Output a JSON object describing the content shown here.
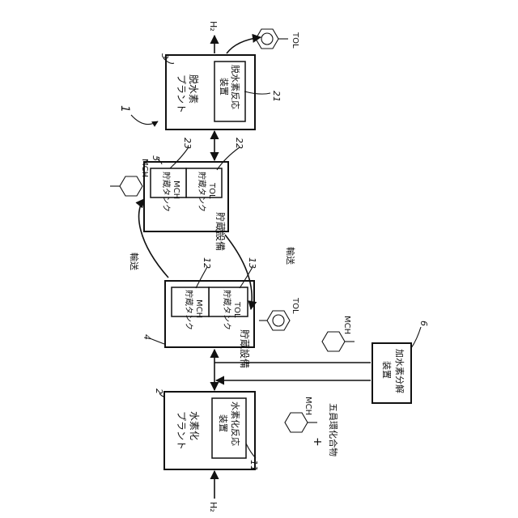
{
  "figure_number": "1",
  "hydrogenation_plant": {
    "ref": "2",
    "title": "水素化\nプラント",
    "reactor": "水素化反応\n装置",
    "reactor_ref": "11"
  },
  "dehydrogenation_plant": {
    "ref": "3",
    "title": "脱水素\nプラント",
    "reactor": "脱水素反応\n装置",
    "reactor_ref": "21"
  },
  "storage_lower": {
    "ref": "4",
    "title": "貯蔵設備",
    "tank_mch": "MCH\n貯蔵タンク",
    "tank_mch_ref": "12",
    "tank_tol": "TOL\n貯蔵タンク",
    "tank_tol_ref": "13"
  },
  "storage_upper": {
    "ref": "5",
    "title": "貯蔵設備",
    "tank_mch": "MCH\n貯蔵タンク",
    "tank_mch_ref": "23",
    "tank_tol": "TOL\n貯蔵タンク",
    "tank_tol_ref": "22"
  },
  "decomposition_unit": {
    "ref": "6",
    "title": "加水素分解\n装置"
  },
  "transport_label": "輸送",
  "h2_label": "H₂",
  "tol_label": "TOL",
  "mch_label": "MCH",
  "plus_label": "+",
  "five_ring_label": "五員環化合物"
}
